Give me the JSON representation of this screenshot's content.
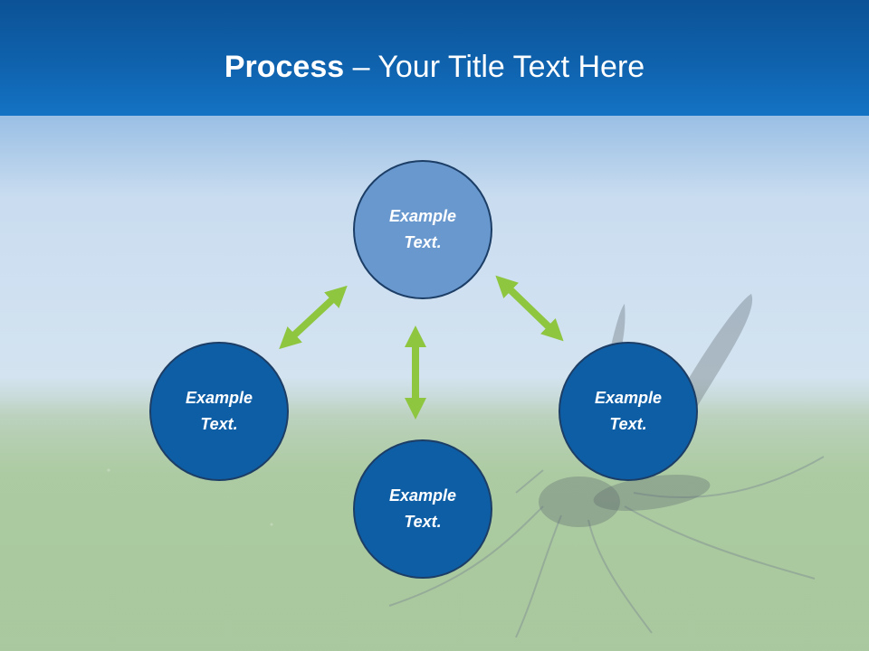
{
  "slide": {
    "title_bold": "Process",
    "title_rest": " – Your Title Text Here"
  },
  "diagram": {
    "nodes": [
      {
        "id": "top",
        "label": "Example Text."
      },
      {
        "id": "left",
        "label": "Example Text."
      },
      {
        "id": "right",
        "label": "Example Text."
      },
      {
        "id": "bottom",
        "label": "Example Text."
      }
    ],
    "connectors": [
      "top-left",
      "top-right",
      "top-bottom"
    ]
  },
  "colors": {
    "header": "#0f62ad",
    "node_dark": "#0e5ea6",
    "node_light": "#6998ce",
    "node_border": "#1c3e66",
    "arrow": "#8ec63f"
  }
}
